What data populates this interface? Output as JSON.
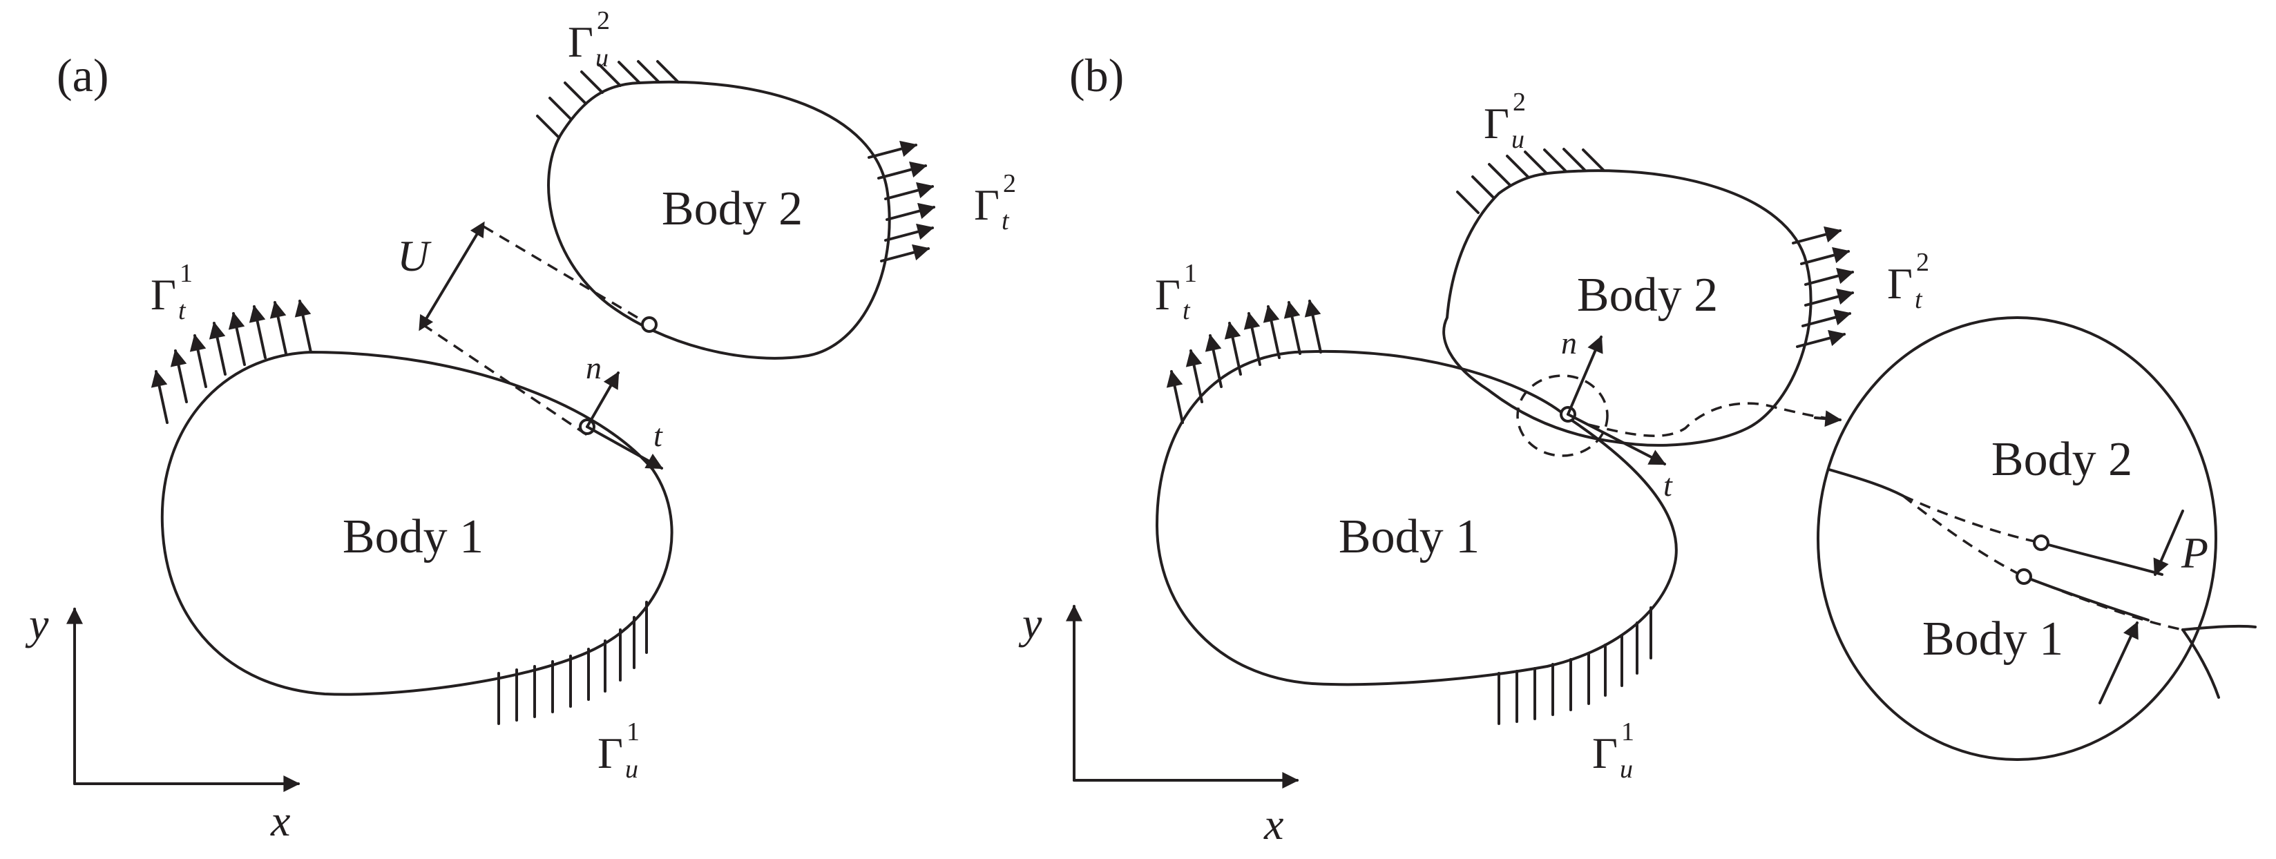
{
  "panels": [
    {
      "id": "a",
      "label": "(a)",
      "body1": "Body 1",
      "body2": "Body 2",
      "gap_label": "U",
      "normal_label": "n",
      "tangent_label": "t",
      "boundaries": [
        {
          "symbol": "Γ",
          "sub": "t",
          "sup": "1"
        },
        {
          "symbol": "Γ",
          "sub": "u",
          "sup": "1"
        },
        {
          "symbol": "Γ",
          "sub": "u",
          "sup": "2"
        },
        {
          "symbol": "Γ",
          "sub": "t",
          "sup": "2"
        }
      ],
      "axes": {
        "x": "x",
        "y": "y"
      }
    },
    {
      "id": "b",
      "label": "(b)",
      "body1": "Body 1",
      "body2": "Body 2",
      "normal_label": "n",
      "tangent_label": "t",
      "boundaries": [
        {
          "symbol": "Γ",
          "sub": "t",
          "sup": "1"
        },
        {
          "symbol": "Γ",
          "sub": "u",
          "sup": "1"
        },
        {
          "symbol": "Γ",
          "sub": "u",
          "sup": "2"
        },
        {
          "symbol": "Γ",
          "sub": "t",
          "sup": "2"
        }
      ],
      "axes": {
        "x": "x",
        "y": "y"
      },
      "zoom": {
        "body1": "Body 1",
        "body2": "Body 2",
        "penetration_label": "P"
      }
    }
  ]
}
